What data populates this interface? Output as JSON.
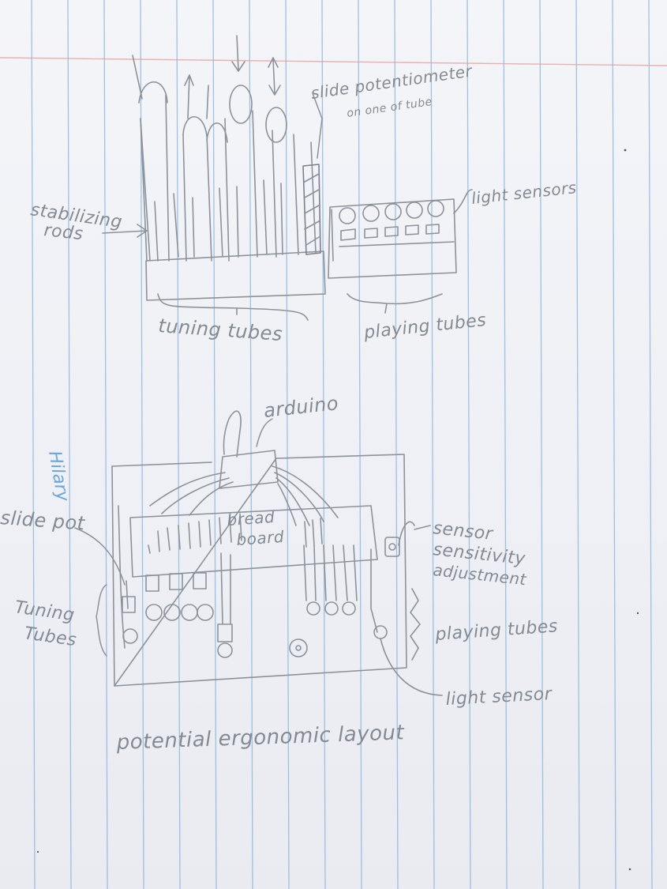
{
  "ruled_paper": {
    "line_color": "#8fb8e0",
    "margin_color": "#e5a0a0"
  },
  "top_sketch": {
    "slide_pot_label_line1": "slide potentiometer",
    "slide_pot_label_line2": "on one of tube",
    "stabilizing_rods_line1": "stabilizing",
    "stabilizing_rods_line2": "rods",
    "light_sensors_label": "light sensors",
    "tuning_tubes_label": "tuning tubes",
    "playing_tubes_label": "playing tubes"
  },
  "bottom_sketch": {
    "arduino_label": "arduino",
    "slide_pot_label": "slide pot",
    "bread_board_line1": "bread",
    "bread_board_line2": "board",
    "tuning_tubes_line1": "Tuning",
    "tuning_tubes_line2": "Tubes",
    "sensor_sensitivity_line1": "sensor",
    "sensor_sensitivity_line2": "sensitivity",
    "sensor_sensitivity_line3": "adjustment",
    "playing_tubes_label": "playing tubes",
    "light_sensor_label": "light sensor",
    "caption": "potential ergonomic layout"
  },
  "margin_note": "Hilary"
}
